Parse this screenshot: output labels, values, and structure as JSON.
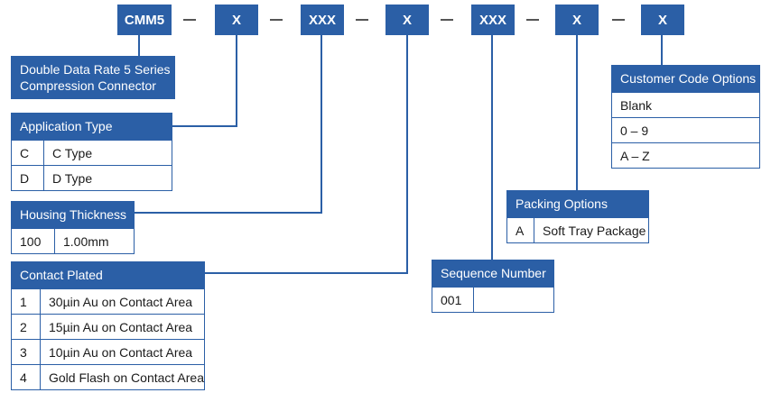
{
  "part_number": {
    "segments": [
      "CMM5",
      "X",
      "XXX",
      "X",
      "XXX",
      "X",
      "X"
    ]
  },
  "series_label": {
    "line1": "Double Data Rate 5 Series",
    "line2": "Compression Connector"
  },
  "application_type": {
    "title": "Application Type",
    "rows": [
      {
        "code": "C",
        "desc": "C Type"
      },
      {
        "code": "D",
        "desc": "D Type"
      }
    ]
  },
  "housing_thickness": {
    "title": "Housing Thickness",
    "rows": [
      {
        "code": "100",
        "desc": "1.00mm"
      }
    ]
  },
  "contact_plated": {
    "title": "Contact Plated",
    "rows": [
      {
        "code": "1",
        "desc": "30µin Au on Contact Area"
      },
      {
        "code": "2",
        "desc": "15µin Au on Contact Area"
      },
      {
        "code": "3",
        "desc": "10µin Au on Contact Area"
      },
      {
        "code": "4",
        "desc": "Gold Flash on Contact Area"
      }
    ]
  },
  "sequence_number": {
    "title": "Sequence Number",
    "rows": [
      {
        "code": "001",
        "desc": ""
      }
    ]
  },
  "packing_options": {
    "title": "Packing Options",
    "rows": [
      {
        "code": "A",
        "desc": "Soft Tray Package"
      }
    ]
  },
  "customer_code_options": {
    "title": "Customer Code Options",
    "rows": [
      "Blank",
      "0 – 9",
      "A – Z"
    ]
  },
  "colors": {
    "accent": "#2b5fa6",
    "connector_line": "#2b5fa6",
    "dash": "#555555"
  }
}
